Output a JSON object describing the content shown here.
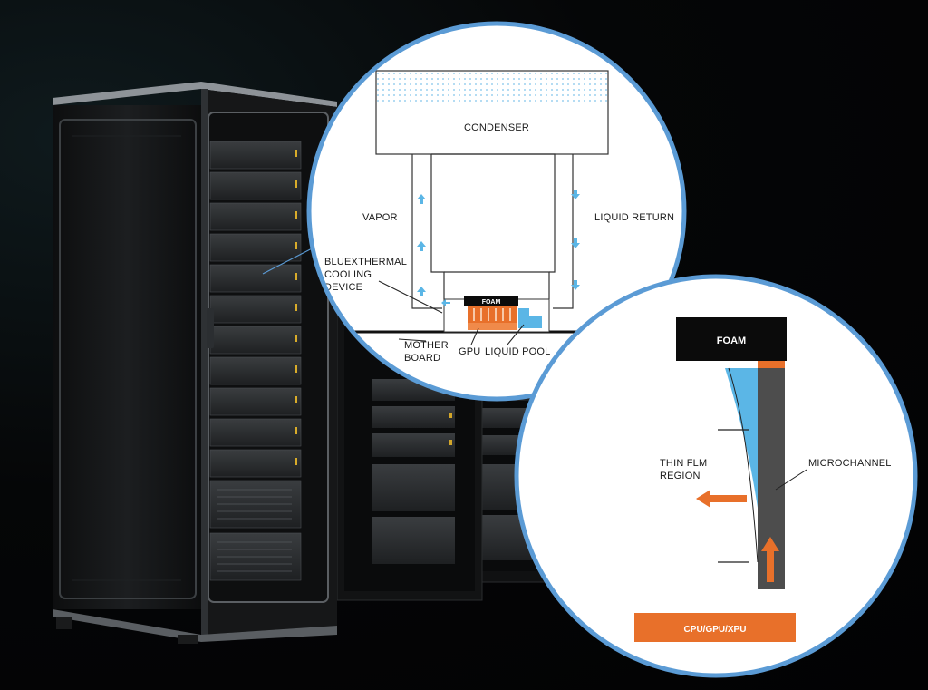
{
  "colors": {
    "circle_border": "#5b9bd5",
    "liquid_blue": "#5bb6e6",
    "heat_orange": "#e8702a",
    "foam_black": "#0b0b0b",
    "channel_gray": "#4d4d4d",
    "rack_black": "#151617"
  },
  "diagram_top": {
    "condenser": "CONDENSER",
    "vapor": "VAPOR",
    "liquid_return": "LIQUID RETURN",
    "device_line1": "BLUEXTHERMAL",
    "device_line2": "COOLING",
    "device_line3": "DEVICE",
    "foam": "FOAM",
    "gpu": "GPU",
    "liquid_pool": "LIQUID POOL",
    "motherboard_line1": "MOTHER",
    "motherboard_line2": "BOARD"
  },
  "diagram_bottom": {
    "foam": "FOAM",
    "thin_film_line1": "THIN FLM",
    "thin_film_line2": "REGION",
    "microchannel": "MICROCHANNEL",
    "chip": "CPU/GPU/XPU"
  },
  "icons": {
    "vapor_arrow": "arrow-up-icon",
    "return_arrow": "arrow-down-icon",
    "heat_arrow_left": "arrow-left-icon",
    "heat_arrow_up": "arrow-up-icon"
  }
}
